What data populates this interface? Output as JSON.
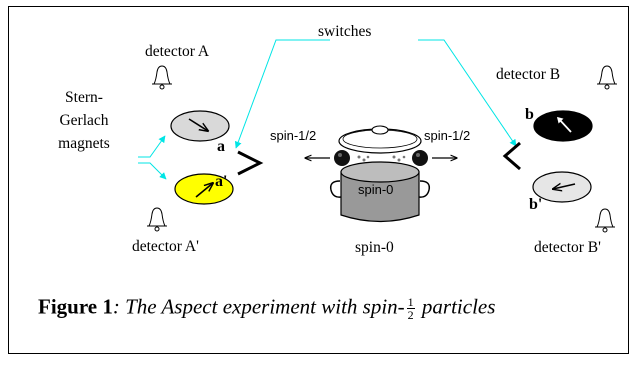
{
  "labels": {
    "switches": "switches",
    "detector_a": "detector A",
    "detector_a_prime": "detector A'",
    "detector_b": "detector B",
    "detector_b_prime": "detector B'",
    "magnets": [
      "Stern-",
      "Gerlach",
      "magnets"
    ],
    "spin_half_left": "spin-1/2",
    "spin_half_right": "spin-1/2",
    "pot_label": "spin-0",
    "spin0_caption": "spin-0",
    "letter_a": "a",
    "letter_a_prime": "a'",
    "letter_b": "b",
    "letter_b_prime": "b'"
  },
  "caption": {
    "figure": "Figure 1",
    "text": ": The Aspect experiment with spin-",
    "frac_num": "1",
    "frac_den": "2",
    "tail": "particles"
  },
  "colors": {
    "switch_lines": "#00e5e5",
    "dial_a_fill": "#d9d9d9",
    "dial_a_prime_fill": "#ffff00",
    "dial_b_fill": "#000000",
    "dial_b_prime_fill": "#e6e6e6",
    "pot_fill": "#999999"
  },
  "icons": [
    "bell-icon",
    "bell-icon",
    "bell-icon",
    "bell-icon"
  ]
}
